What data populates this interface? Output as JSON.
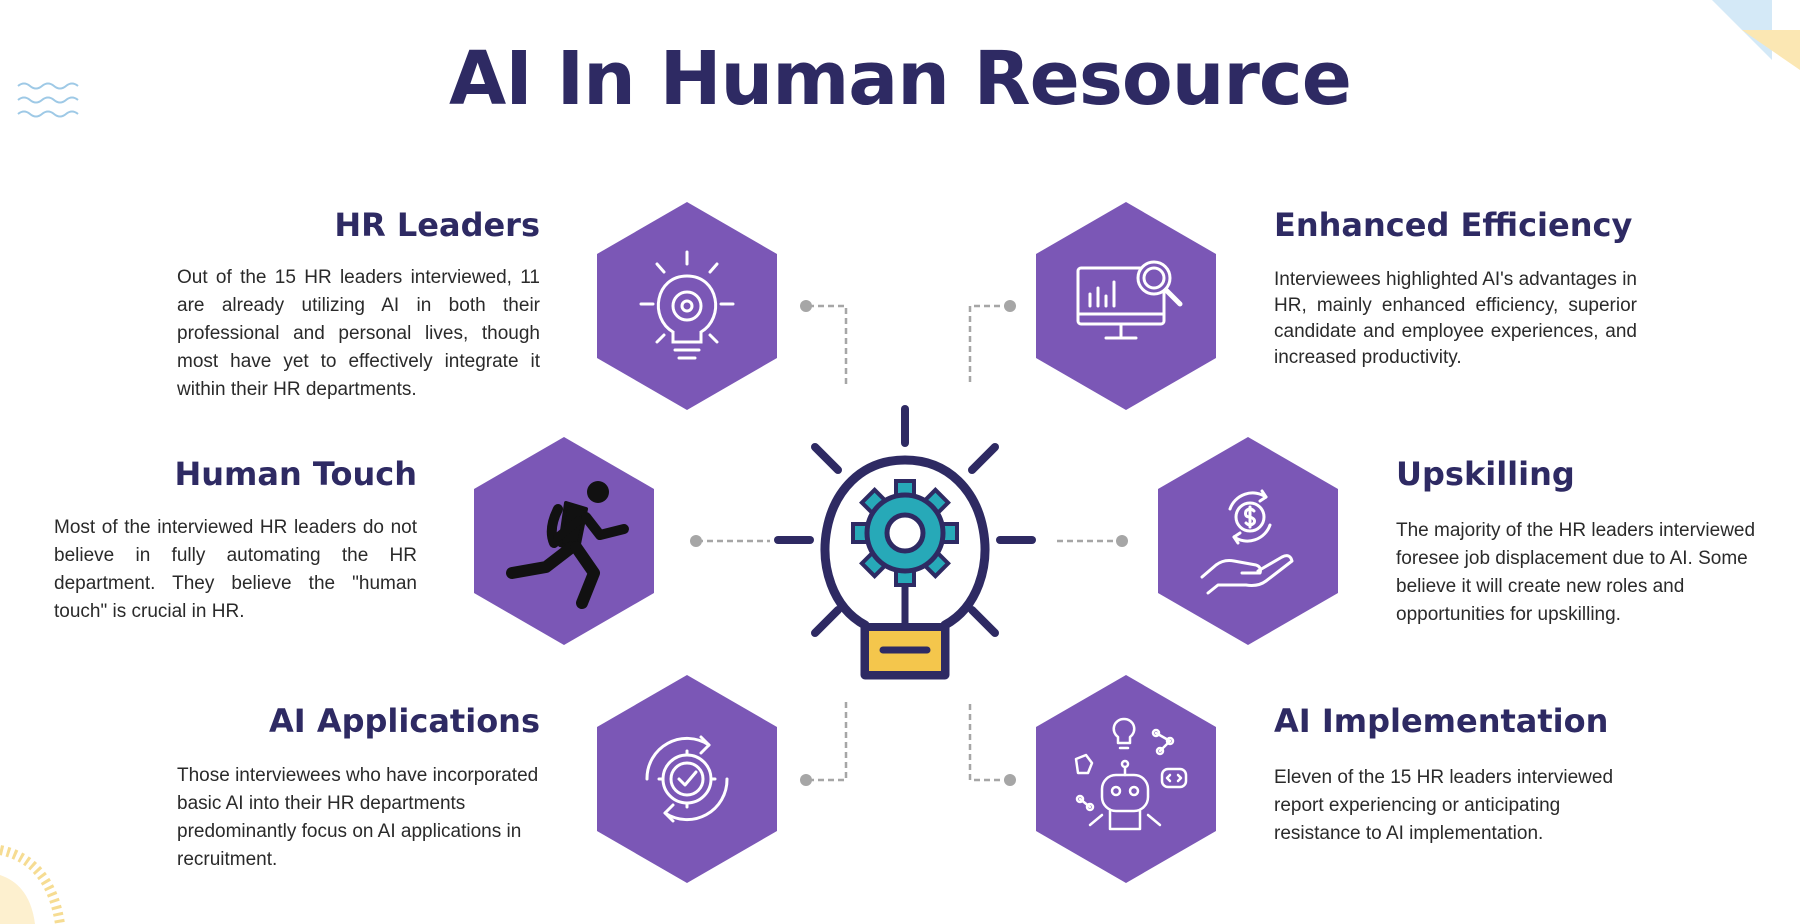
{
  "title": "AI In Human Resource",
  "colors": {
    "hexagon": "#7b57b6",
    "title": "#2e2a63",
    "gear": "#27a9b8",
    "bulb_base": "#f4c64c",
    "connector": "#a6a6a6"
  },
  "center_icon": "lightbulb-gear-icon",
  "sections": {
    "hr_leaders": {
      "heading": "HR Leaders",
      "text": "Out of the 15 HR leaders interviewed, 11 are already utilizing AI in both their professional and personal lives, though most have yet to effectively integrate it within their HR departments.",
      "icon": "lightbulb-gear-icon"
    },
    "human_touch": {
      "heading": "Human Touch",
      "text": "Most of the interviewed HR leaders do not believe in fully automating the HR department. They believe the \"human touch\" is crucial in HR.",
      "icon": "running-person-icon"
    },
    "ai_applications": {
      "heading": "AI Applications",
      "text": "Those interviewees who have incorporated basic AI into their HR departments predominantly focus on AI applications in recruitment.",
      "icon": "gear-check-cycle-icon"
    },
    "enhanced_efficiency": {
      "heading": "Enhanced Efficiency",
      "text": "Interviewees highlighted AI's advantages in HR, mainly enhanced efficiency, superior candidate and employee experiences, and increased productivity.",
      "icon": "monitor-search-icon"
    },
    "upskilling": {
      "heading": "Upskilling",
      "text": "The majority of the HR leaders interviewed foresee job displacement due to AI. Some believe it will create new roles and opportunities for upskilling.",
      "icon": "hand-dollar-icon"
    },
    "ai_implementation": {
      "heading": "AI Implementation",
      "text": "Eleven of the 15 HR leaders interviewed report experiencing or anticipating resistance to AI implementation.",
      "icon": "robot-ideas-icon"
    }
  }
}
